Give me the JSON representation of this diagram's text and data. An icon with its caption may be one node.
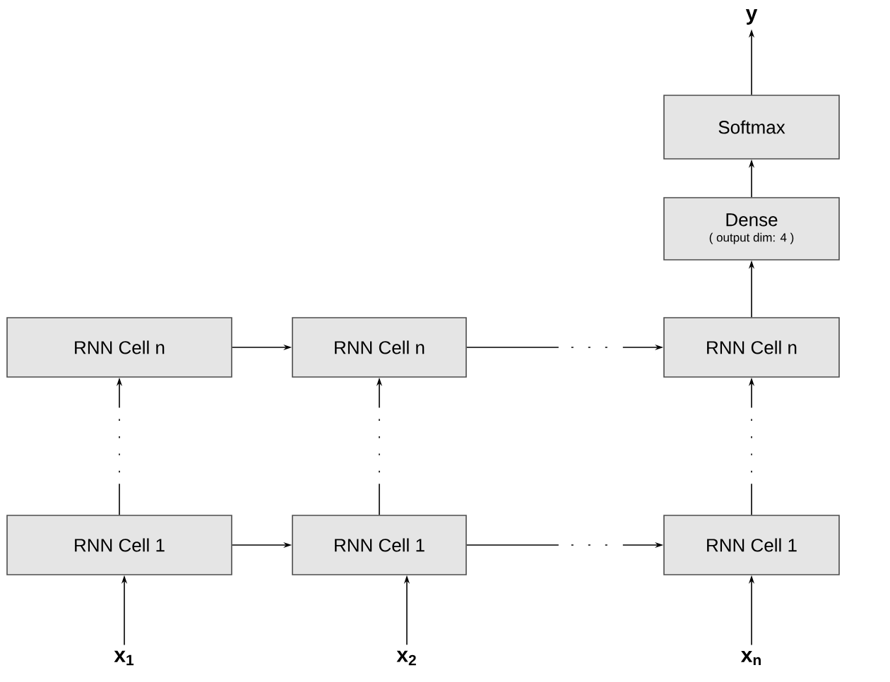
{
  "diagram": {
    "nodes": [
      {
        "text": [
          "y"
        ]
      },
      {
        "text": [
          "Softmax"
        ]
      },
      {
        "text": [
          "Dense",
          "( output dim: 4 )"
        ]
      },
      {
        "text": [
          "RNN Cell n"
        ]
      },
      {
        "text": [
          "RNN Cell n"
        ]
      },
      {
        "text": [
          "RNN Cell n"
        ]
      },
      {
        "text": [
          "RNN Cell 1"
        ]
      },
      {
        "text": [
          "RNN Cell 1"
        ]
      },
      {
        "text": [
          "RNN Cell 1"
        ]
      },
      {
        "text": [
          "x$_{1}$"
        ]
      },
      {
        "text": [
          "x$_{2}$"
        ]
      },
      {
        "text": [
          "x$_{n}$"
        ]
      }
    ],
    "edges": [
      {
        "from": 9,
        "to": 6,
        "arrow": "to"
      },
      {
        "from": 10,
        "to": 7,
        "arrow": "to"
      },
      {
        "from": 11,
        "to": 8,
        "arrow": "to"
      },
      {
        "from": 6,
        "to": 7,
        "arrow": "to"
      },
      {
        "from": 7,
        "to": 8,
        "arrow": "to",
        "style": "dashed"
      },
      {
        "from": 6,
        "to": 3,
        "arrow": "to",
        "style": "dashed"
      },
      {
        "from": 7,
        "to": 4,
        "arrow": "to",
        "style": "dashed"
      },
      {
        "from": 8,
        "to": 5,
        "arrow": "to",
        "style": "dashed"
      },
      {
        "from": 3,
        "to": 4,
        "arrow": "to"
      },
      {
        "from": 4,
        "to": 5,
        "arrow": "to",
        "style": "dashed"
      },
      {
        "from": 5,
        "to": 2,
        "arrow": "to"
      },
      {
        "from": 2,
        "to": 1,
        "arrow": "to"
      },
      {
        "from": 1,
        "to": 0,
        "arrow": "to"
      }
    ]
  }
}
